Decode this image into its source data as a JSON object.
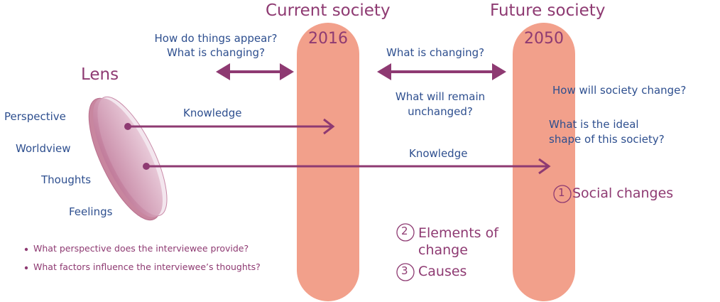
{
  "headings": {
    "current_society": "Current society",
    "future_society": "Future society",
    "lens": "Lens"
  },
  "years": {
    "current": "2016",
    "future": "2050"
  },
  "questions": {
    "appear_line1": "How do things appear?",
    "appear_line2": "What is changing?",
    "changing": "What is changing?",
    "remain_line1": "What will remain",
    "remain_line2": "unchanged?",
    "society_change": "How will society change?",
    "ideal_line1": "What is the ideal",
    "ideal_line2": "shape of this society?"
  },
  "lens_items": [
    "Perspective",
    "Worldview",
    "Thoughts",
    "Feelings"
  ],
  "arrow_labels": {
    "knowledge_short": "Knowledge",
    "knowledge_long": "Knowledge"
  },
  "numbered_items": {
    "social_changes": {
      "num": "1",
      "label": "Social changes"
    },
    "elements_of_change": {
      "num": "2",
      "label_line1": "Elements of",
      "label_line2": "change"
    },
    "causes": {
      "num": "3",
      "label": "Causes"
    }
  },
  "bullets": [
    "What perspective does the interviewee provide?",
    "What factors influence the interviewee’s thoughts?"
  ],
  "colors": {
    "pill": "#f2a08b",
    "accent_purple": "#8e3a72",
    "text_blue": "#2e4f8f"
  }
}
